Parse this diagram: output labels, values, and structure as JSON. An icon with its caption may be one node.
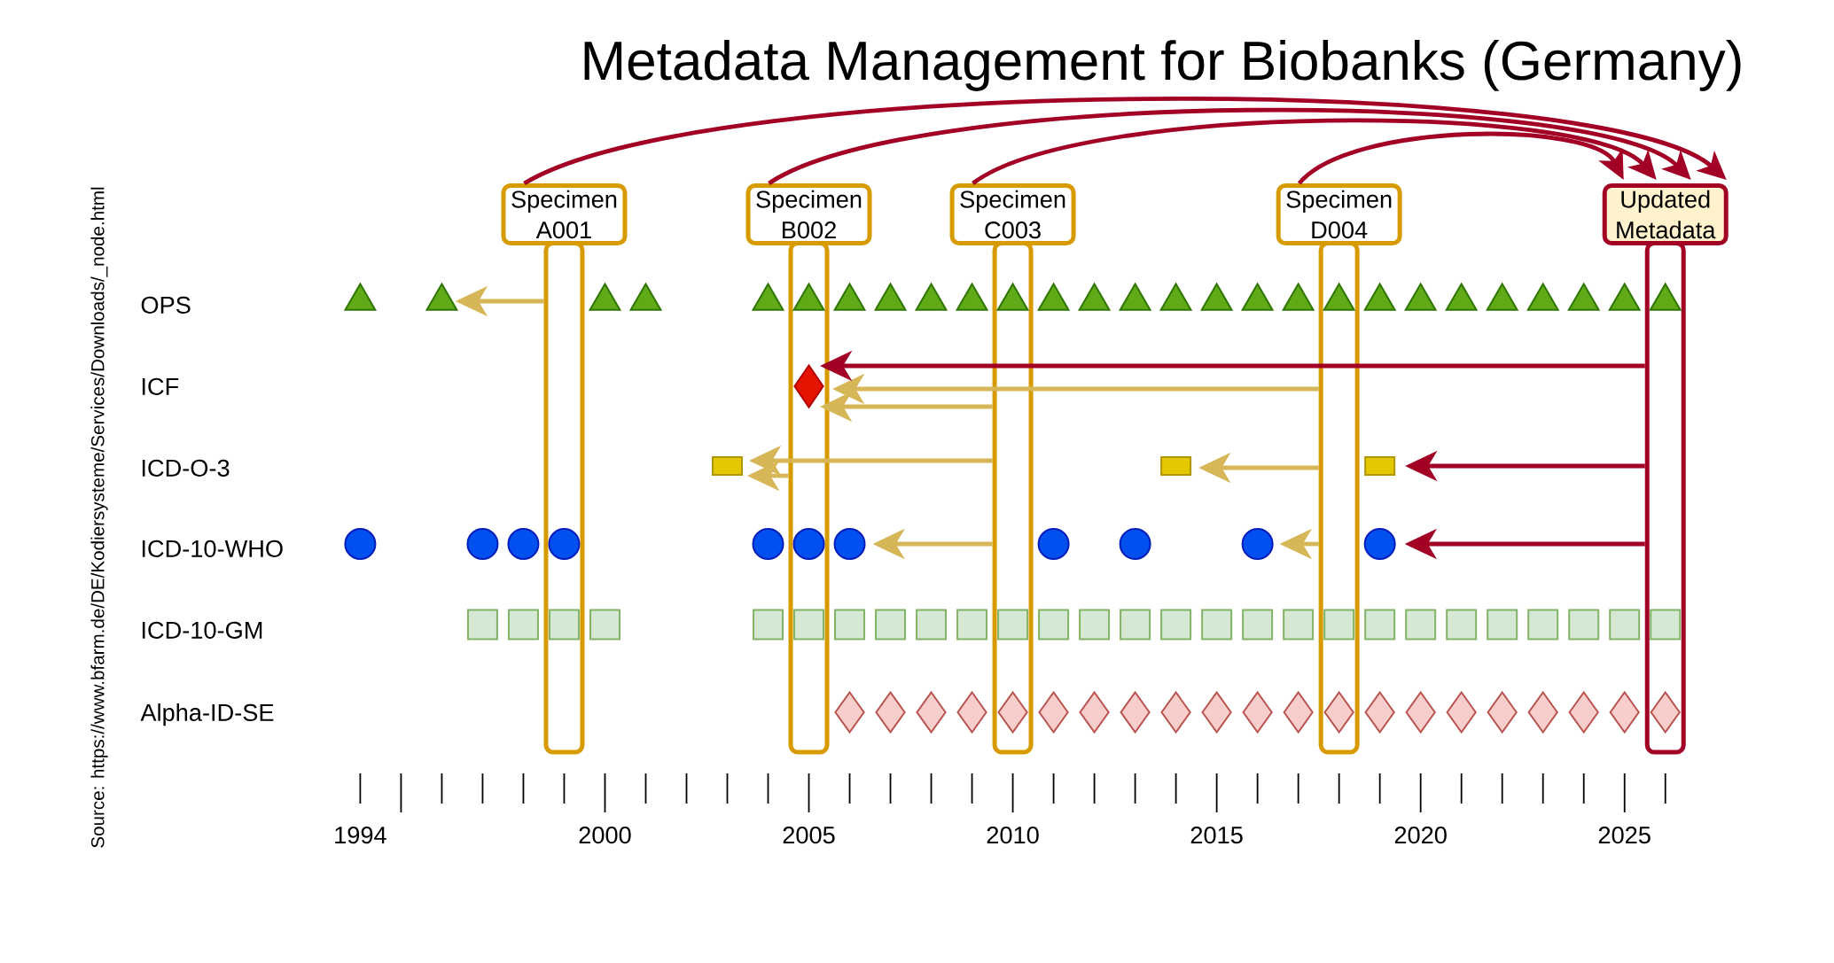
{
  "diagram": {
    "title": "Metadata Management for Biobanks (Germany)",
    "nodes": [
      {
        "text": [
          "Specimen A001"
        ]
      },
      {
        "text": [
          "Specimen B002"
        ]
      },
      {
        "text": [
          "Specimen C003"
        ]
      },
      {
        "text": [
          "Specimen D004"
        ]
      },
      {
        "text": [
          "Updated Metadata"
        ]
      },
      {
        "text": [],
        "shape": "bar"
      },
      {
        "text": [],
        "shape": "bar"
      },
      {
        "text": [],
        "shape": "bar"
      },
      {
        "text": [],
        "shape": "bar"
      },
      {
        "text": [],
        "shape": "bar"
      },
      {
        "text": [],
        "shape": "triangle"
      },
      {
        "text": [],
        "shape": "triangle"
      },
      {
        "text": [],
        "shape": "triangle"
      },
      {
        "text": [],
        "shape": "triangle"
      },
      {
        "text": [],
        "shape": "triangle"
      },
      {
        "text": [],
        "shape": "triangle",
        "in": 6
      },
      {
        "text": [],
        "shape": "triangle"
      },
      {
        "text": [],
        "shape": "triangle"
      },
      {
        "text": [],
        "shape": "triangle"
      },
      {
        "text": [],
        "shape": "triangle"
      },
      {
        "text": [],
        "shape": "triangle",
        "in": 7
      },
      {
        "text": [],
        "shape": "triangle"
      },
      {
        "text": [],
        "shape": "triangle"
      },
      {
        "text": [],
        "shape": "triangle"
      },
      {
        "text": [],
        "shape": "triangle"
      },
      {
        "text": [],
        "shape": "triangle"
      },
      {
        "text": [],
        "shape": "triangle"
      },
      {
        "text": [],
        "shape": "triangle"
      },
      {
        "text": [],
        "shape": "triangle",
        "in": 8
      },
      {
        "text": [],
        "shape": "triangle"
      },
      {
        "text": [],
        "shape": "triangle"
      },
      {
        "text": [],
        "shape": "triangle"
      },
      {
        "text": [],
        "shape": "triangle"
      },
      {
        "text": [],
        "shape": "triangle"
      },
      {
        "text": [],
        "shape": "triangle"
      },
      {
        "text": [],
        "shape": "triangle"
      },
      {
        "text": [],
        "shape": "triangle",
        "in": 9
      },
      {
        "text": [],
        "shape": "diamond",
        "in": 6
      },
      {
        "text": [],
        "shape": "box"
      },
      {
        "text": [],
        "shape": "box"
      },
      {
        "text": [],
        "shape": "box"
      },
      {
        "text": [],
        "shape": "circle"
      },
      {
        "text": [],
        "shape": "circle"
      },
      {
        "text": [],
        "shape": "circle"
      },
      {
        "text": [],
        "shape": "circle",
        "in": 5
      },
      {
        "text": [],
        "shape": "circle"
      },
      {
        "text": [],
        "shape": "circle",
        "in": 6
      },
      {
        "text": [],
        "shape": "circle"
      },
      {
        "text": [],
        "shape": "circle"
      },
      {
        "text": [],
        "shape": "circle"
      },
      {
        "text": [],
        "shape": "circle"
      },
      {
        "text": [],
        "shape": "circle"
      },
      {
        "text": [],
        "shape": "box"
      },
      {
        "text": [],
        "shape": "box"
      },
      {
        "text": [],
        "shape": "box",
        "in": 5
      },
      {
        "text": [],
        "shape": "box"
      },
      {
        "text": [],
        "shape": "box"
      },
      {
        "text": [],
        "shape": "box",
        "in": 6
      },
      {
        "text": [],
        "shape": "box"
      },
      {
        "text": [],
        "shape": "box"
      },
      {
        "text": [],
        "shape": "box"
      },
      {
        "text": [],
        "shape": "box"
      },
      {
        "text": [],
        "shape": "box",
        "in": 7
      },
      {
        "text": [],
        "shape": "box"
      },
      {
        "text": [],
        "shape": "box"
      },
      {
        "text": [],
        "shape": "box"
      },
      {
        "text": [],
        "shape": "box"
      },
      {
        "text": [],
        "shape": "box"
      },
      {
        "text": [],
        "shape": "box"
      },
      {
        "text": [],
        "shape": "box"
      },
      {
        "text": [],
        "shape": "box",
        "in": 8
      },
      {
        "text": [],
        "shape": "box"
      },
      {
        "text": [],
        "shape": "box"
      },
      {
        "text": [],
        "shape": "box"
      },
      {
        "text": [],
        "shape": "box"
      },
      {
        "text": [],
        "shape": "box"
      },
      {
        "text": [],
        "shape": "box"
      },
      {
        "text": [],
        "shape": "box"
      },
      {
        "text": [],
        "shape": "box",
        "in": 9
      },
      {
        "text": [],
        "shape": "diamond"
      },
      {
        "text": [],
        "shape": "diamond"
      },
      {
        "text": [],
        "shape": "diamond"
      },
      {
        "text": [],
        "shape": "diamond"
      },
      {
        "text": [],
        "shape": "diamond",
        "in": 7
      },
      {
        "text": [],
        "shape": "diamond"
      },
      {
        "text": [],
        "shape": "diamond"
      },
      {
        "text": [],
        "shape": "diamond"
      },
      {
        "text": [],
        "shape": "diamond"
      },
      {
        "text": [],
        "shape": "diamond"
      },
      {
        "text": [],
        "shape": "diamond"
      },
      {
        "text": [],
        "shape": "diamond"
      },
      {
        "text": [],
        "shape": "diamond",
        "in": 8
      },
      {
        "text": [],
        "shape": "diamond"
      },
      {
        "text": [],
        "shape": "diamond"
      },
      {
        "text": [],
        "shape": "diamond"
      },
      {
        "text": [],
        "shape": "diamond"
      },
      {
        "text": [],
        "shape": "diamond"
      },
      {
        "text": [],
        "shape": "diamond"
      },
      {
        "text": [],
        "shape": "diamond"
      },
      {
        "text": [],
        "shape": "diamond",
        "in": 9
      }
    ],
    "edges": [
      {
        "from": 5,
        "to": 11,
        "arrow": "to"
      },
      {
        "from": 7,
        "to": 37,
        "arrow": "to"
      },
      {
        "from": 8,
        "to": 37,
        "arrow": "to"
      },
      {
        "from": 9,
        "to": 37,
        "arrow": "to",
        "color": "#a20025"
      },
      {
        "from": 6,
        "to": 38,
        "arrow": "to"
      },
      {
        "from": 7,
        "to": 38,
        "arrow": "to"
      },
      {
        "from": 8,
        "to": 39,
        "arrow": "to"
      },
      {
        "from": 9,
        "to": 40,
        "arrow": "to",
        "color": "#a20025"
      },
      {
        "from": 7,
        "to": 47,
        "arrow": "to"
      },
      {
        "from": 8,
        "to": 50,
        "arrow": "to"
      },
      {
        "from": 9,
        "to": 51,
        "arrow": "to",
        "color": "#a20025"
      },
      {
        "from": 0,
        "to": 4,
        "arrow": "to",
        "color": "#a20025"
      },
      {
        "from": 1,
        "to": 4,
        "arrow": "to",
        "color": "#a20025"
      },
      {
        "from": 2,
        "to": 4,
        "arrow": "to",
        "color": "#a20025"
      },
      {
        "from": 3,
        "to": 4,
        "arrow": "to",
        "color": "#a20025"
      }
    ],
    "labels": [
      "OPS",
      "ICF",
      "ICD-O-3",
      "ICD-10-WHO",
      "ICD-10-GM",
      "Alpha-ID-SE",
      "1994",
      "2000",
      "2005",
      "2010",
      "2015",
      "2020",
      "2025",
      "Source: https://www.bfarm.de/DE/Kodiersysteme/Services/Downloads/_node.html"
    ]
  }
}
